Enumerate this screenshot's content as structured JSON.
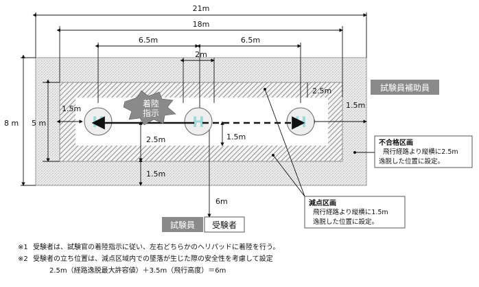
{
  "dimensions": {
    "total_width": "21m",
    "inner_width": "18m",
    "left_span": "6.5m",
    "right_span": "6.5m",
    "pad_spacing": "2m",
    "total_height": "8 m",
    "inner_height": "5 m",
    "pad_offset_left": "1.5m",
    "pad_offset_right": "1.5m",
    "path_offset": "2.5m",
    "path_offset_down": "1.5m",
    "bottom_margin": "1.5m",
    "fail_zone_width": "2.5m",
    "examinee_distance": "6m"
  },
  "pads": {
    "letter": "H"
  },
  "landing_badge": {
    "line1": "着陸",
    "line2": "指示"
  },
  "labels": {
    "assistant": "試験員補助員",
    "examiner": "試験員",
    "examinee": "受験者"
  },
  "fail_zone": {
    "title": "不合格区画",
    "line1": "飛行経路より縦横に2.5m",
    "line2": "逸脱した位置に設定。"
  },
  "deduction_zone": {
    "title": "減点区画",
    "line1": "飛行経路より縦横に1.5m",
    "line2": "逸脱した位置に設定。"
  },
  "notes": [
    {
      "mark": "※1",
      "text": "受験者は、試験官の着陸指示に従い、左右どちらかのヘリパッドに着陸を行う。"
    },
    {
      "mark": "※2",
      "text": "受験者の立ち位置は、減点区域内での墜落が生じた際の安全性を考慮して設定"
    },
    {
      "mark": "",
      "text": "2.5m（経路逸脱最大許容値）＋3.5m（飛行高度）＝6m"
    }
  ],
  "colors": {
    "badge_bg": "#8a8a8a",
    "pad_letter": "#9ed8d8"
  }
}
